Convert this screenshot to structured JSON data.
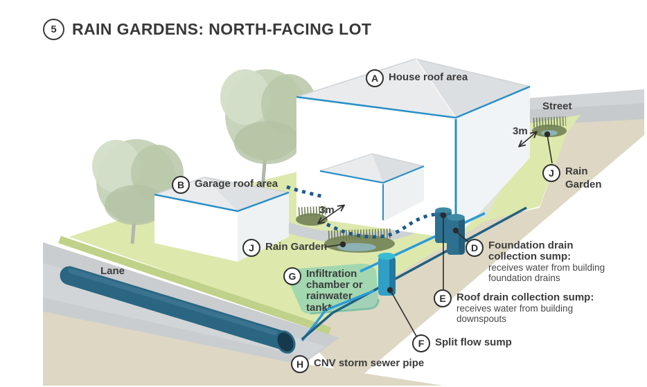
{
  "title": {
    "number": "5",
    "text": "RAIN GARDENS: NORTH-FACING LOT"
  },
  "scene": {
    "street_label": "Street",
    "lane_label": "Lane",
    "dim_mid": "3m",
    "dim_street": "3m"
  },
  "callouts": {
    "house_roof": {
      "letter": "A",
      "label": "House roof area"
    },
    "garage_roof": {
      "letter": "B",
      "label": "Garage roof area"
    },
    "rain_garden_mid": {
      "letter": "J",
      "label": "Rain Garden"
    },
    "rain_garden_street": {
      "letter": "J",
      "label": "Rain Garden"
    },
    "infiltration": {
      "letter": "G",
      "label": "Infiltration chamber or rainwater tank*"
    },
    "foundation_sump": {
      "letter": "D",
      "label": "Foundation drain collection sump:",
      "desc": "receives water from building foundation drains"
    },
    "roof_sump": {
      "letter": "E",
      "label": "Roof drain collection sump:",
      "desc": "receives water from building downspouts"
    },
    "split_sump": {
      "letter": "F",
      "label": "Split flow sump"
    },
    "storm_pipe": {
      "letter": "H",
      "label": "CNV storm sewer pipe"
    }
  },
  "colors": {
    "accent_blue": "#2a8fc7",
    "pipe_bright": "#2b9cd8",
    "pipe_dark": "#21607f",
    "storm_pipe": "#2a6682",
    "sump_dark": "#2d7090",
    "sump_teal": "#2f9fc6",
    "chamber_teal": "#7ecdb2",
    "yard_green": "#dde8ad",
    "soil_beige": "#ddd7c3",
    "pavement_gray": "#c9cdd0",
    "flow_dot_blue": "#1c5a8e"
  }
}
